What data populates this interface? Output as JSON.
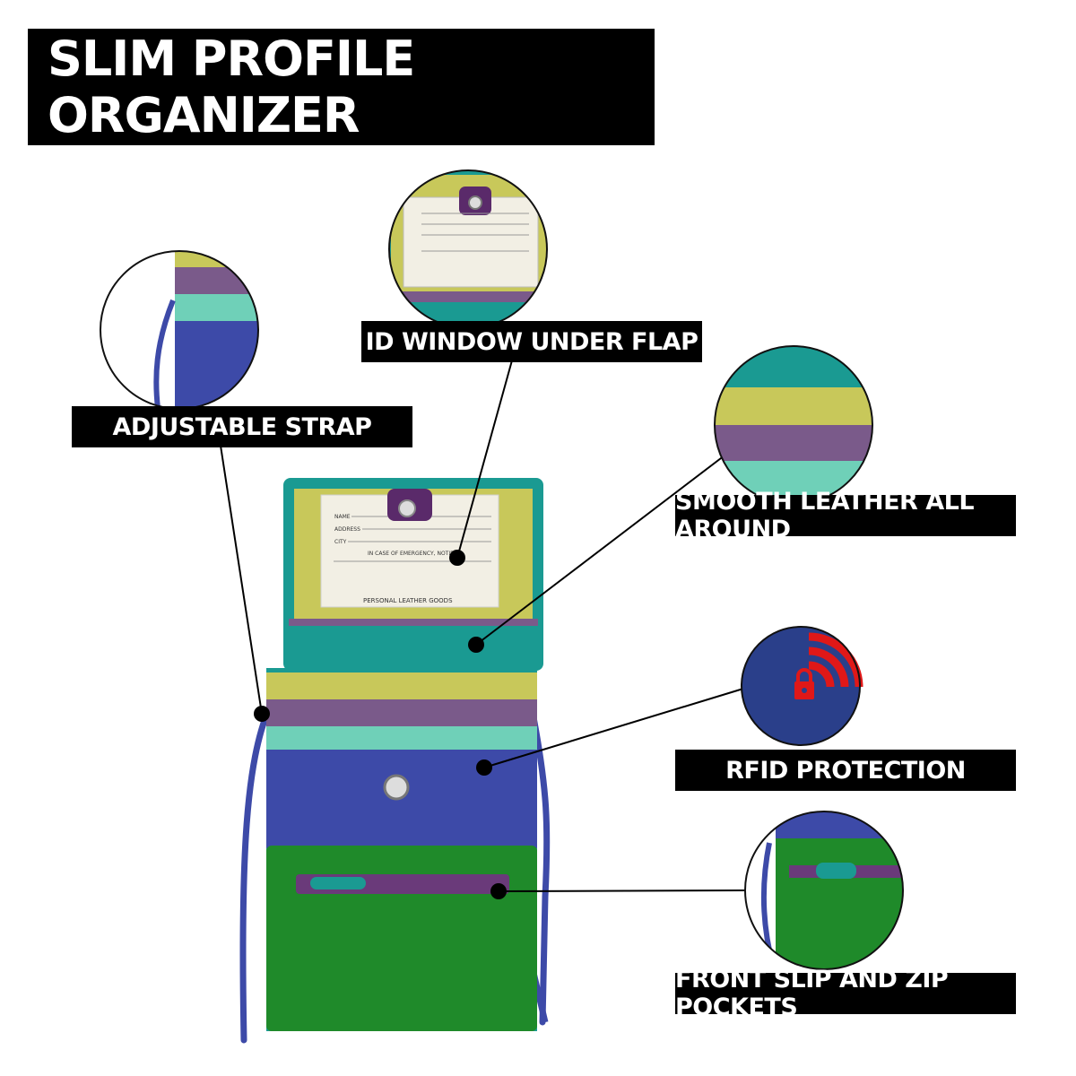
{
  "title": "SLIM PROFILE ORGANIZER",
  "labels": {
    "strap": "ADJUSTABLE STRAP",
    "id_window": "ID WINDOW UNDER FLAP",
    "leather": "SMOOTH LEATHER ALL AROUND",
    "rfid": "RFID PROTECTION",
    "pockets": "FRONT SLIP AND ZIP POCKETS"
  },
  "id_card": {
    "name": "NAME",
    "address": "ADDRESS",
    "city": "CITY",
    "emergency": "IN CASE OF EMERGENCY, NOTIFY",
    "brand": "PERSONAL LEATHER GOODS"
  },
  "colors": {
    "teal": "#1a9a92",
    "olive": "#c8c85a",
    "purple": "#7a5a8a",
    "mint": "#6fd0b8",
    "cobalt": "#3d4aa8",
    "green": "#1f8a2a",
    "rfid_red": "#e01818",
    "rfid_bg": "#2a3f8a"
  }
}
